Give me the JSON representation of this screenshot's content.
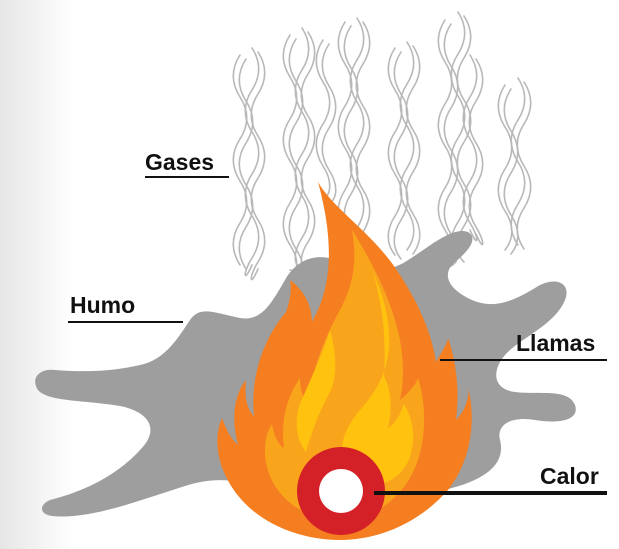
{
  "labels": {
    "gases": "Gases",
    "humo": "Humo",
    "llamas": "Llamas",
    "calor": "Calor"
  },
  "colors": {
    "smoke": "#9e9e9e",
    "gas_lines": "#b8b8b8",
    "flame_outer": "#f57e20",
    "flame_mid": "#f9a51c",
    "flame_inner": "#ffc20e",
    "heat_ring": "#d42027",
    "leader": "#111111"
  }
}
